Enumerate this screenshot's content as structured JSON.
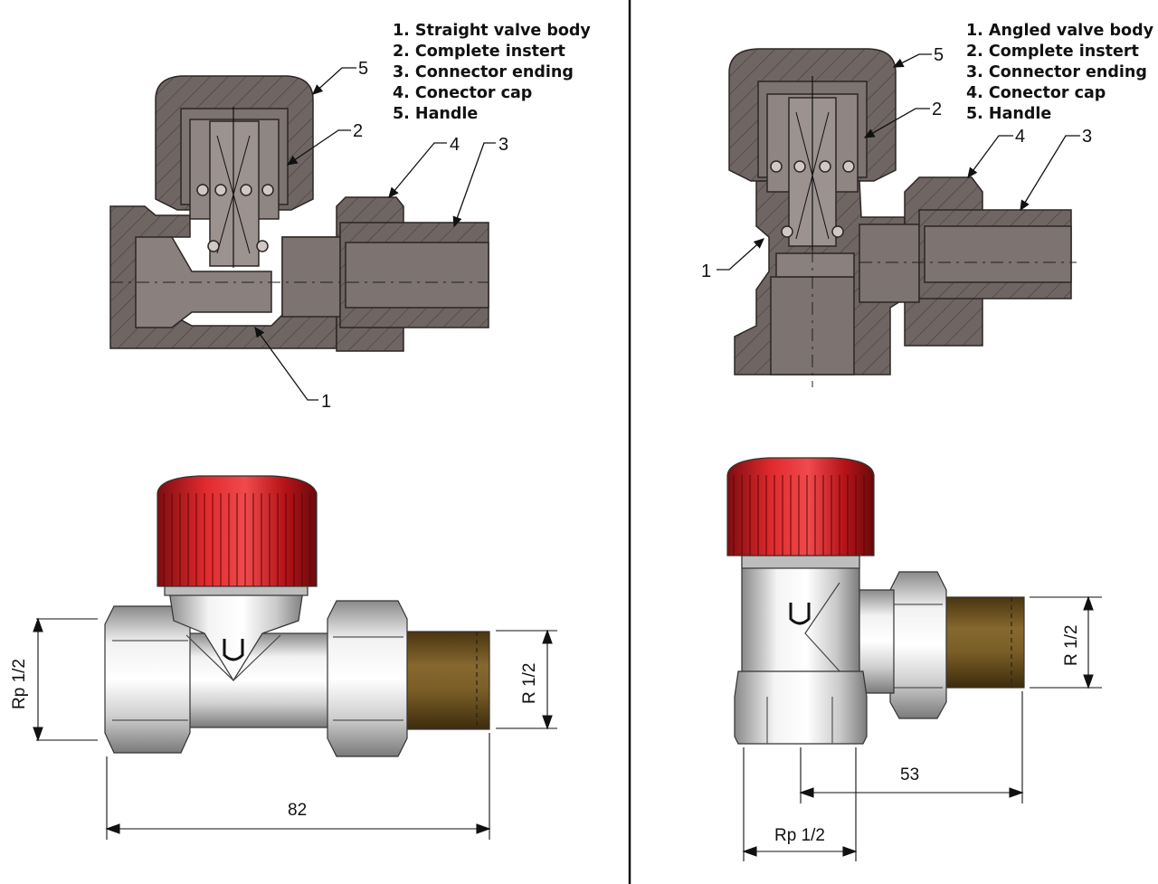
{
  "left_panel": {
    "legend": [
      "1. Straight valve body",
      "2. Complete instert",
      "3. Connector ending",
      "4. Conector cap",
      "5. Handle"
    ],
    "callouts": {
      "c1": "1",
      "c2": "2",
      "c3": "3",
      "c4": "4",
      "c5": "5"
    },
    "dimensions": {
      "inlet": "Rp 1/2",
      "outlet": "R 1/2",
      "length": "82"
    }
  },
  "right_panel": {
    "legend": [
      "1. Angled valve body",
      "2. Complete instert",
      "3. Connector ending",
      "4. Conector cap",
      "5. Handle"
    ],
    "callouts": {
      "c1": "1",
      "c2": "2",
      "c3": "3",
      "c4": "4",
      "c5": "5"
    },
    "dimensions": {
      "outlet": "R 1/2",
      "offset": "53",
      "inlet": "Rp 1/2"
    }
  },
  "colors": {
    "section_fill": "#6f6563",
    "section_dark": "#4a4240",
    "handle_red": "#c8161c",
    "chrome": "#d9d9d9",
    "brass": "#6b4f22",
    "divider": "#111111"
  }
}
